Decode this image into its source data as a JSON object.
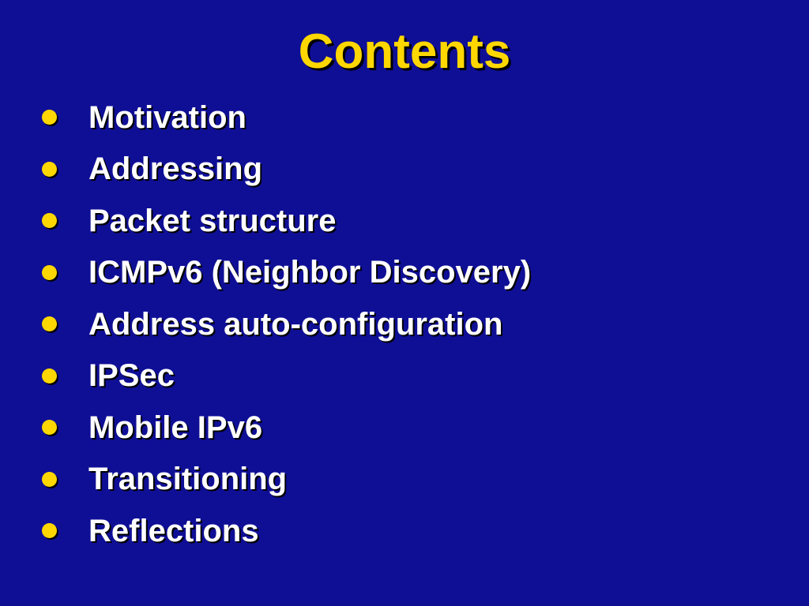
{
  "slide": {
    "title": "Contents",
    "items": [
      "Motivation",
      "Addressing",
      "Packet structure",
      "ICMPv6 (Neighbor Discovery)",
      "Address auto-configuration",
      "IPSec",
      "Mobile IPv6",
      "Transitioning",
      "Reflections"
    ]
  },
  "colors": {
    "background": "#0f0f96",
    "title": "#ffd700",
    "bullet": "#ffd700",
    "text": "#ffffff"
  }
}
